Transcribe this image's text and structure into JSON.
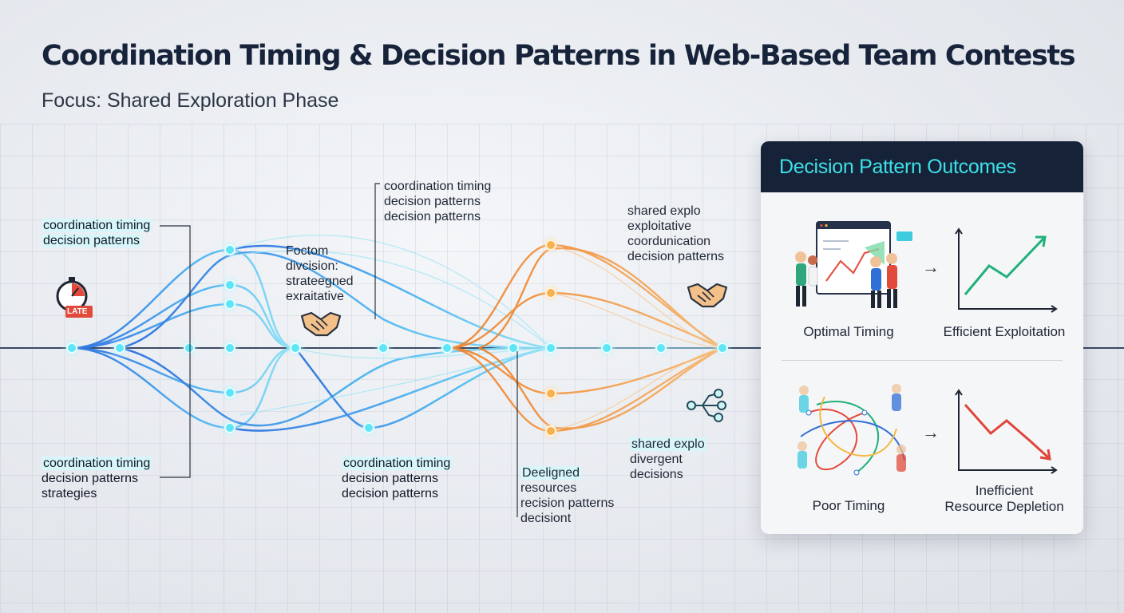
{
  "header": {
    "title": "Coordination Timing & Decision Patterns in Web-Based Team Contests",
    "subtitle": "Focus: Shared Exploration Phase"
  },
  "labels": {
    "top_left": [
      "coordination timing",
      "decision patterns"
    ],
    "bottom_left": [
      "coordination timing",
      "decision patterns",
      "strategies"
    ],
    "late_badge": "LATE",
    "mid_upper": [
      "Foctom",
      "divcision:",
      "strateegned",
      "exraitative"
    ],
    "top_center": [
      "coordination timing",
      "decision patterns",
      "decision patterns"
    ],
    "bottom_center": [
      "coordination timing",
      "decision patterns",
      "decision patterns"
    ],
    "bottom_mid": [
      "Deeligned",
      "resources",
      "recision patterns",
      "decisiont"
    ],
    "top_right": [
      "shared explo",
      "exploitative",
      "coordunication",
      "decision patterns"
    ],
    "bottom_right": [
      "shared explo",
      "divergent",
      "decisions"
    ]
  },
  "panel": {
    "title": "Decision Pattern Outcomes",
    "optimal_timing": "Optimal Timing",
    "efficient_exploitation": "Efficient Exploitation",
    "poor_timing": "Poor Timing",
    "inefficient_depletion": [
      "Inefficient",
      "Resource Depletion"
    ]
  },
  "icons": {
    "timer": "stopwatch-icon",
    "handshake": "handshake-icon",
    "network": "network-nodes-icon"
  },
  "colors": {
    "blue": "#2f7fe6",
    "cyan": "#53d9f0",
    "orange": "#f08c2e",
    "green": "#20b07a",
    "red": "#e0453a",
    "navy": "#152238"
  }
}
